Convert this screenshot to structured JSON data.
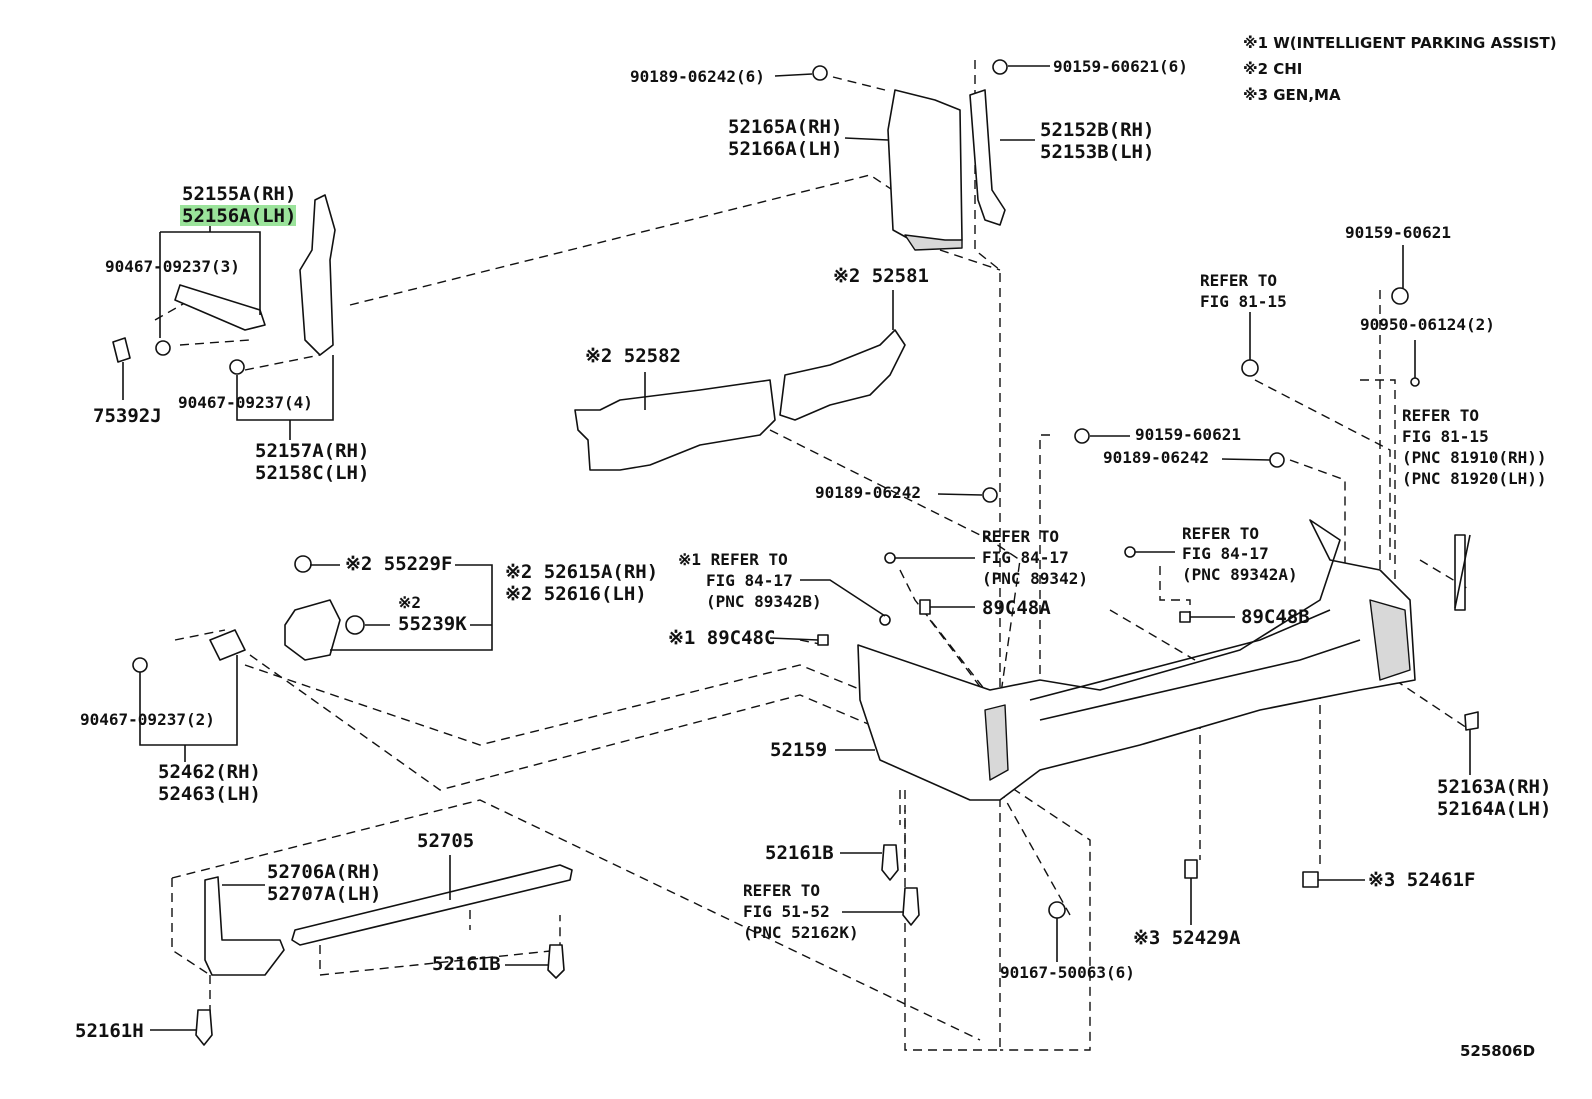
{
  "notes": [
    "※1 W(INTELLIGENT PARKING ASSIST)",
    "※2 CHI",
    "※3 GEN,MA"
  ],
  "labels": {
    "l_90189_06242_6": "90189-06242(6)",
    "l_90159_60621_6": "90159-60621(6)",
    "l_52165A": "52165A(RH)",
    "l_52166A": "52166A(LH)",
    "l_52152B": "52152B(RH)",
    "l_52153B": "52153B(LH)",
    "l_52155A": "52155A(RH)",
    "l_52156A": "52156A(LH)",
    "l_90467_09237_3": "90467-09237(3)",
    "l_75392J": "75392J",
    "l_90467_09237_4": "90467-09237(4)",
    "l_52157A": "52157A(RH)",
    "l_52158C": "52158C(LH)",
    "l_52581": "※2 52581",
    "l_52582": "※2 52582",
    "l_90159_60621_a": "90159-60621",
    "l_refer_81_15_a1": "REFER TO",
    "l_refer_81_15_a2": "FIG 81-15",
    "l_90950_06124": "90950-06124(2)",
    "l_refer_81_15_b1": "REFER TO",
    "l_refer_81_15_b2": "FIG 81-15",
    "l_refer_81_15_b3": "(PNC 81910(RH))",
    "l_refer_81_15_b4": "(PNC 81920(LH))",
    "l_90159_60621_b": "90159-60621",
    "l_90189_06242_b": "90189-06242",
    "l_90189_06242_c": "90189-06242",
    "l_refer_84_17_a1": "REFER TO",
    "l_refer_84_17_a2": "FIG 84-17",
    "l_refer_84_17_a3": "(PNC 89342)",
    "l_refer_84_17_b1": "REFER TO",
    "l_refer_84_17_b2": "FIG 84-17",
    "l_refer_84_17_b3": "(PNC 89342A)",
    "l_refer_84_17_c1": "※1 REFER TO",
    "l_refer_84_17_c2": "FIG 84-17",
    "l_refer_84_17_c3": "(PNC 89342B)",
    "l_89C48A": "89C48A",
    "l_89C48B": "89C48B",
    "l_89C48C": "※1 89C48C",
    "l_55229F": "※2 55229F",
    "l_55239K_n": "※2",
    "l_55239K": "55239K",
    "l_52615A": "※2 52615A(RH)",
    "l_52616": "※2 52616(LH)",
    "l_90467_09237_2": "90467-09237(2)",
    "l_52462": "52462(RH)",
    "l_52463": "52463(LH)",
    "l_52159": "52159",
    "l_52163A": "52163A(RH)",
    "l_52164A": "52164A(LH)",
    "l_52161B_a": "52161B",
    "l_refer_51_52_1": "REFER TO",
    "l_refer_51_52_2": "FIG 51-52",
    "l_refer_51_52_3": "(PNC 52162K)",
    "l_90167_50063": "90167-50063(6)",
    "l_52429A": "※3 52429A",
    "l_52461F": "※3 52461F",
    "l_52705": "52705",
    "l_52706A": "52706A(RH)",
    "l_52707A": "52707A(LH)",
    "l_52161B_b": "52161B",
    "l_52161H": "52161H",
    "l_code": "525806D"
  },
  "highlight_color": "#9be39b"
}
